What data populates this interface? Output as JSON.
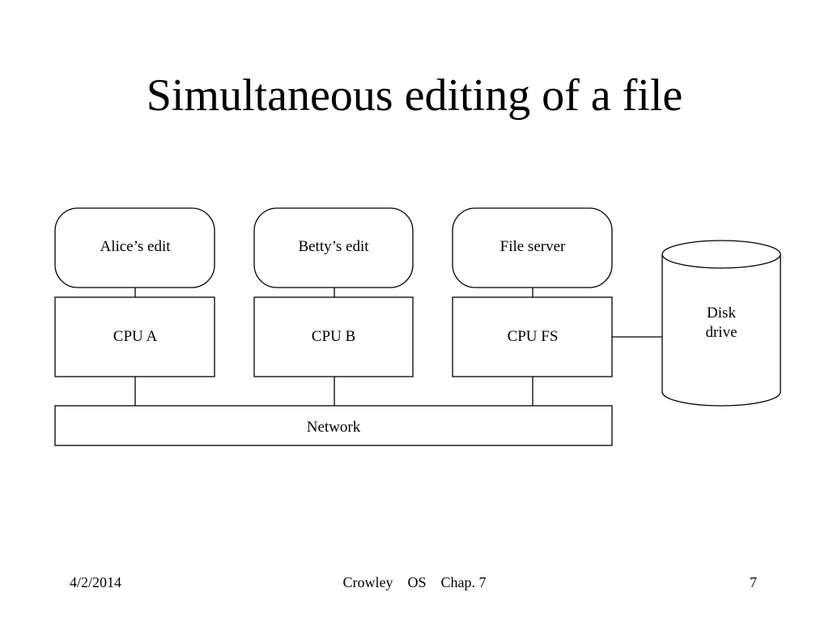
{
  "slide": {
    "title": "Simultaneous editing of a file"
  },
  "diagram": {
    "processes": [
      {
        "label": "Alice’s edit",
        "cpu": "CPU A"
      },
      {
        "label": "Betty’s edit",
        "cpu": "CPU B"
      },
      {
        "label": "File server",
        "cpu": "CPU FS"
      }
    ],
    "network_label": "Network",
    "disk_label_line1": "Disk",
    "disk_label_line2": "drive"
  },
  "footer": {
    "date": "4/2/2014",
    "center": "Crowley    OS    Chap. 7",
    "page": "7"
  }
}
